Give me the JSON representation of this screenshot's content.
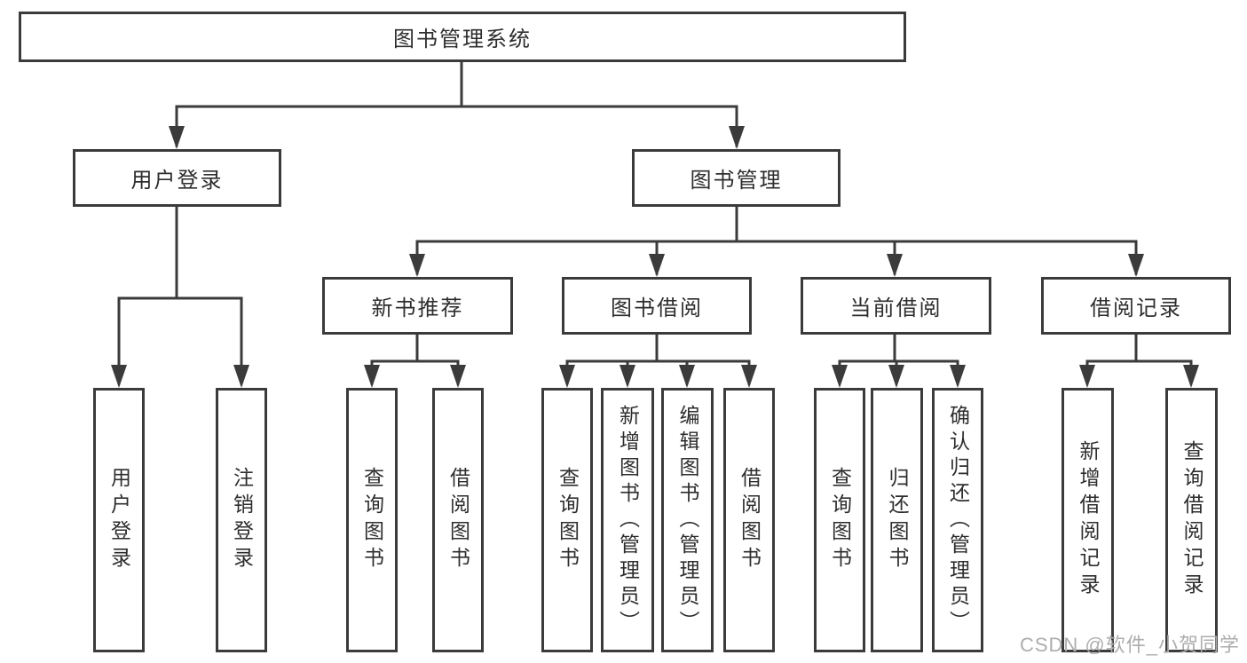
{
  "diagram": {
    "root": {
      "label": "图书管理系统"
    },
    "level2": {
      "user_login": {
        "label": "用户登录"
      },
      "book_mgmt": {
        "label": "图书管理"
      }
    },
    "level3": {
      "new_books": {
        "label": "新书推荐"
      },
      "book_borrow": {
        "label": "图书借阅"
      },
      "current_borrow": {
        "label": "当前借阅"
      },
      "borrow_records": {
        "label": "借阅记录"
      }
    },
    "leaves": {
      "user_login": [
        "用户登录",
        "注销登录"
      ],
      "new_books": [
        "查询图书",
        "借阅图书"
      ],
      "book_borrow": [
        "查询图书",
        "新增图书（管理员）",
        "编辑图书（管理员）",
        "借阅图书"
      ],
      "current_borrow": [
        "查询图书",
        "归还图书",
        "确认归还（管理员）"
      ],
      "borrow_records": [
        "新增借阅记录",
        "查询借阅记录"
      ]
    }
  },
  "colors": {
    "line": "#3b3b3b",
    "text": "#2e2e2e",
    "watermark": "#adadad",
    "background": "#ffffff"
  },
  "watermark": "CSDN @软件_小贺同学"
}
